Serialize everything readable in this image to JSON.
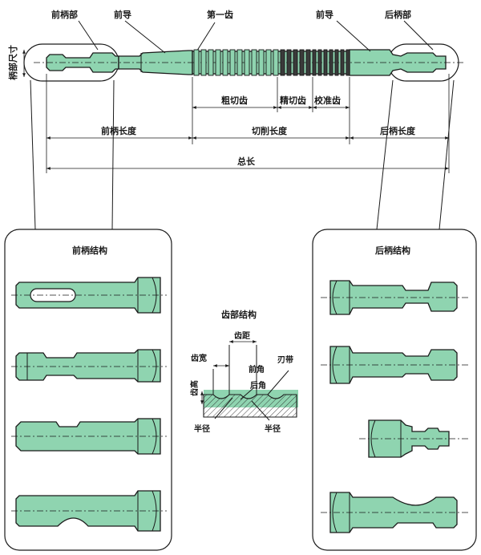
{
  "top_labels": {
    "front_handle_part": "前柄部",
    "front_guide": "前导",
    "first_tooth": "第一齿",
    "rear_guide": "前导",
    "rear_handle_part": "后柄部",
    "handle_size": "柄部尺寸"
  },
  "dimensions": {
    "rough_teeth": "粗切齿",
    "fine_teeth": "精切齿",
    "calibrating_teeth": "校准齿",
    "front_handle_length": "前柄长度",
    "cutting_length": "切削长度",
    "rear_handle_length": "后柄长度",
    "total_length": "总长"
  },
  "panels": {
    "front_handle_structure": "前柄结构",
    "tooth_structure": "齿部结构",
    "rear_handle_structure": "后柄结构"
  },
  "tooth_labels": {
    "pitch": "齿距",
    "tooth_width": "齿宽",
    "rake_angle": "前角",
    "land": "刃带",
    "tooth_height": "齿高",
    "clearance_angle": "后角",
    "radius_left": "半径",
    "radius_right": "半径"
  },
  "colors": {
    "part_fill": "#8fd4b0",
    "outline": "#1a1a1a",
    "background": "#ffffff"
  }
}
